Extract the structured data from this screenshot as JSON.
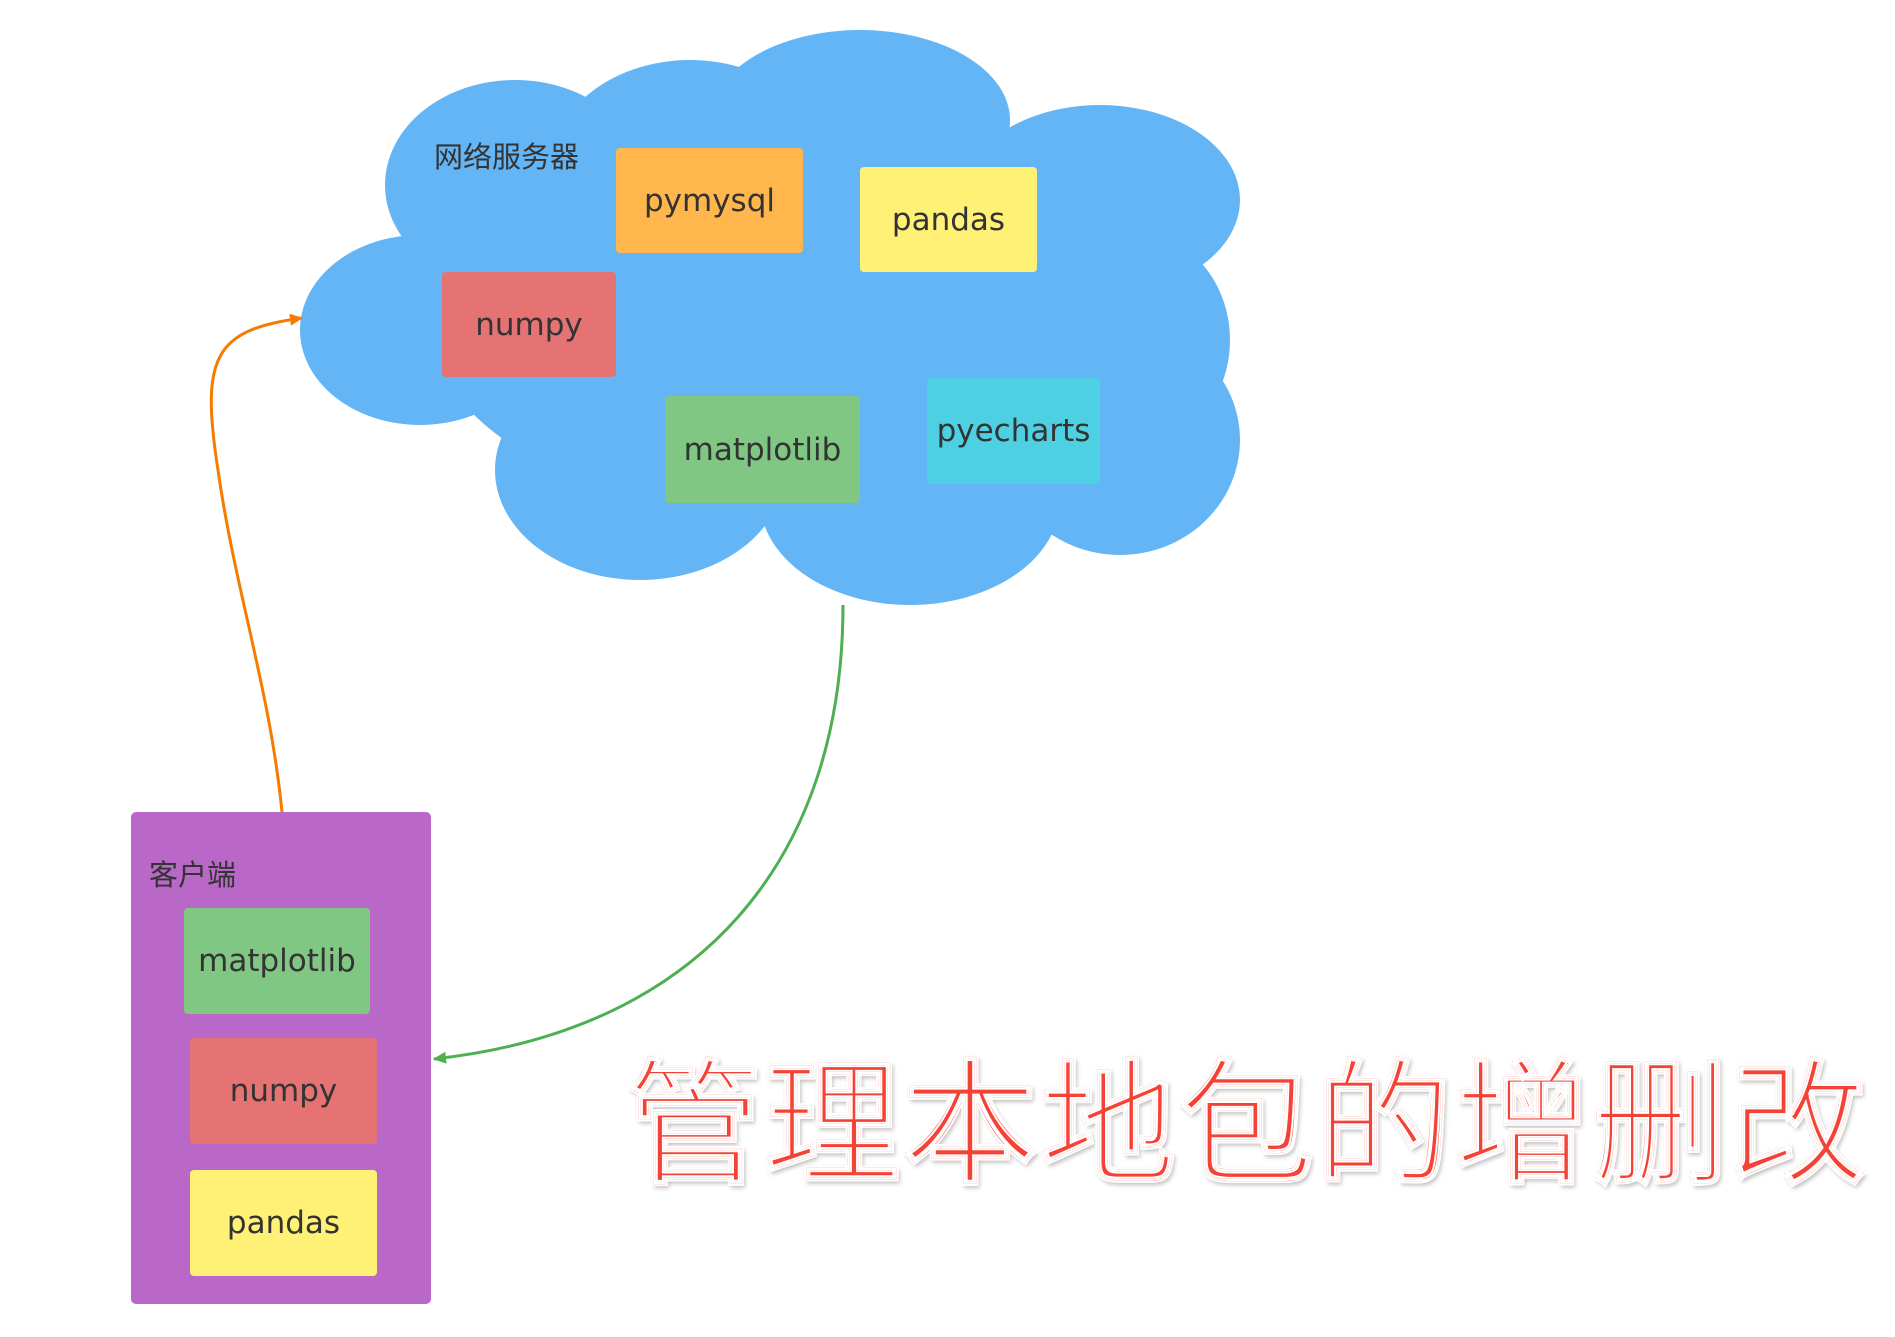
{
  "server": {
    "label": "网络服务器",
    "cloud_color": "#64b5f6",
    "packages": [
      {
        "name": "pymysql",
        "color": "#ffb74d"
      },
      {
        "name": "pandas",
        "color": "#fff176"
      },
      {
        "name": "numpy",
        "color": "#e57373"
      },
      {
        "name": "matplotlib",
        "color": "#81c784"
      },
      {
        "name": "pyecharts",
        "color": "#4dd0e1"
      }
    ]
  },
  "client": {
    "label": "客户端",
    "box_color": "#ba68c8",
    "packages": [
      {
        "name": "matplotlib",
        "color": "#81c784"
      },
      {
        "name": "numpy",
        "color": "#e57373"
      },
      {
        "name": "pandas",
        "color": "#fff176"
      }
    ]
  },
  "connectors": {
    "upload_arrow_color": "#f57c00",
    "download_arrow_color": "#4caf50"
  },
  "headline": {
    "text": "管理本地包的增删改",
    "color": "#f44336"
  }
}
